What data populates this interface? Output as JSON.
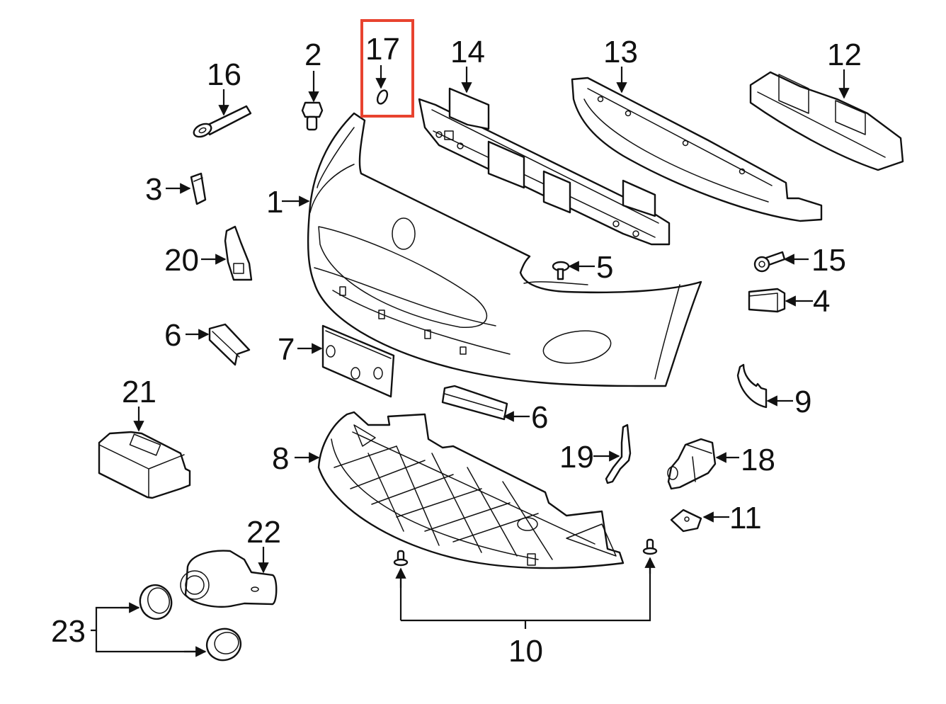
{
  "diagram": {
    "title_hidden": "",
    "highlight_color": "#e8432f",
    "line_color": "#111111",
    "highlighted_callout": "17",
    "callouts": [
      {
        "id": "1",
        "part": "bumper-cover"
      },
      {
        "id": "2",
        "part": "bolt"
      },
      {
        "id": "3",
        "part": "clip"
      },
      {
        "id": "4",
        "part": "retainer-block"
      },
      {
        "id": "5",
        "part": "push-pin"
      },
      {
        "id": "6",
        "part": "bracket"
      },
      {
        "id": "6",
        "part": "bracket"
      },
      {
        "id": "7",
        "part": "license-plate-bracket"
      },
      {
        "id": "8",
        "part": "undertray-shield"
      },
      {
        "id": "9",
        "part": "side-trim"
      },
      {
        "id": "10",
        "part": "shield-bolts"
      },
      {
        "id": "11",
        "part": "nut-clip"
      },
      {
        "id": "12",
        "part": "energy-absorber"
      },
      {
        "id": "13",
        "part": "absorber-beam"
      },
      {
        "id": "14",
        "part": "reinforcement-bar"
      },
      {
        "id": "15",
        "part": "flange-bolt"
      },
      {
        "id": "16",
        "part": "tow-eye"
      },
      {
        "id": "17",
        "part": "cap-cover"
      },
      {
        "id": "18",
        "part": "connector"
      },
      {
        "id": "19",
        "part": "harness-bracket"
      },
      {
        "id": "20",
        "part": "mounting-bracket"
      },
      {
        "id": "21",
        "part": "control-module"
      },
      {
        "id": "22",
        "part": "park-sensor"
      },
      {
        "id": "23",
        "part": "sensor-retainers"
      }
    ]
  }
}
